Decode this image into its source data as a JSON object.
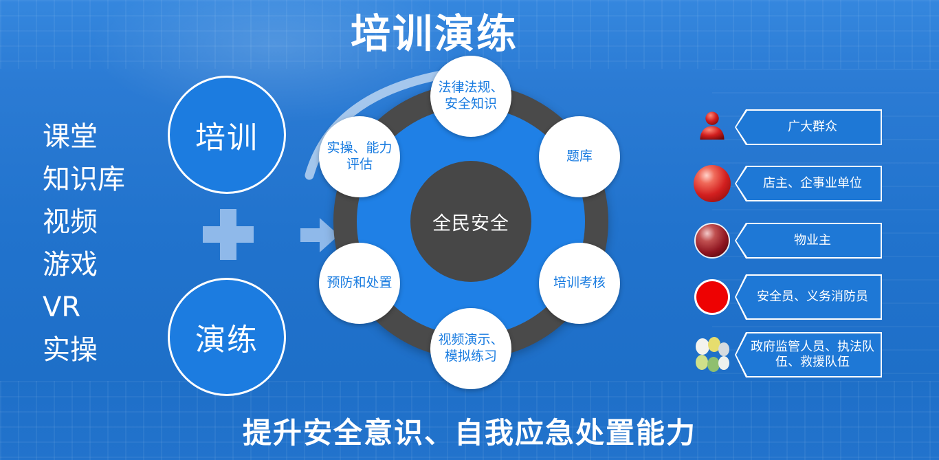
{
  "slide": {
    "title": "培训演练",
    "footer": "提升安全意识、自我应急处置能力"
  },
  "left_panel": {
    "items": [
      "课堂",
      "知识库",
      "视频",
      "游戏",
      "VR",
      "实操"
    ]
  },
  "formula": {
    "circle_top": "培训",
    "circle_bottom": "演练"
  },
  "hub": {
    "center_label": "全民安全",
    "satellites": [
      {
        "label": "法律法规、安全知识"
      },
      {
        "label": "题库"
      },
      {
        "label": "培训考核"
      },
      {
        "label": "视频演示、模拟练习"
      },
      {
        "label": "预防和处置"
      },
      {
        "label": "实操、能力评估"
      }
    ]
  },
  "audiences": [
    {
      "label": "广大群众",
      "icon": "person-red-icon"
    },
    {
      "label": "店主、企事业单位",
      "icon": "red-sphere-icon"
    },
    {
      "label": "物业主",
      "icon": "dark-red-sphere-icon"
    },
    {
      "label": "安全员、义务消防员",
      "icon": "red-disc-icon"
    },
    {
      "label": "政府监管人员、执法队伍、救援队伍",
      "icon": "sphere-cluster-icon"
    }
  ],
  "colors": {
    "background_blue": "#2173cd",
    "shape_blue": "#1c7ce0",
    "light_blue": "#8fb9ea",
    "hub_ring_gray": "#4a4a4a",
    "hub_inner_blue": "#1f80e6",
    "satellite_text_blue": "#1a7ce0",
    "banner_blue": "#1e78d6",
    "accent_red": "#d21f1f",
    "white": "#ffffff"
  }
}
